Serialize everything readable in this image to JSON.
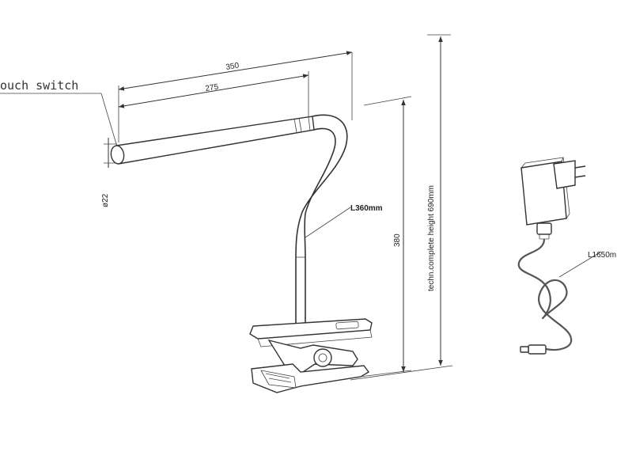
{
  "labels": {
    "touch_switch": "ouch switch",
    "dim_350": "350",
    "dim_275": "275",
    "dim_diameter": "ø22",
    "dim_380": "380",
    "gooseneck_length": "L360mm",
    "complete_height": "techn.complete height 690mm",
    "cable_length": "L1650m"
  },
  "colors": {
    "line": "#333333",
    "background": "#ffffff"
  }
}
